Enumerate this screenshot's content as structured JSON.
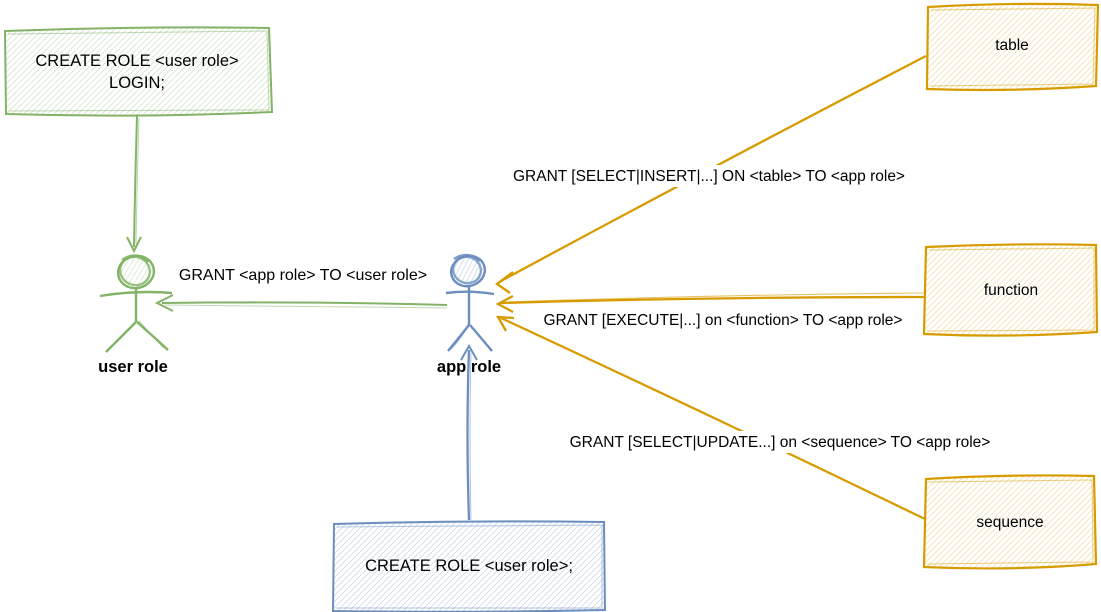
{
  "colors": {
    "green": "#82b366",
    "orange": "#d79b00",
    "blue": "#6c8ebf",
    "text": "#000000",
    "background": "#ffffff"
  },
  "nodes": {
    "create_login_box": {
      "line1": "CREATE ROLE <user role>",
      "line2": "LOGIN;"
    },
    "user_role_actor": {
      "label": "user role"
    },
    "app_role_actor": {
      "label": "app role"
    },
    "table_box": {
      "label": "table"
    },
    "function_box": {
      "label": "function"
    },
    "sequence_box": {
      "label": "sequence"
    },
    "create_role_box": {
      "label": "CREATE ROLE <user role>;"
    }
  },
  "edges": {
    "grant_app_to_user": {
      "label": "GRANT <app role> TO <user role>"
    },
    "grant_table": {
      "label": "GRANT [SELECT|INSERT|...] ON <table> TO <app role>"
    },
    "grant_function": {
      "label": "GRANT [EXECUTE|...] on <function>  TO <app role>"
    },
    "grant_sequence": {
      "label": "GRANT [SELECT|UPDATE...] on <sequence> TO <app role>"
    }
  }
}
